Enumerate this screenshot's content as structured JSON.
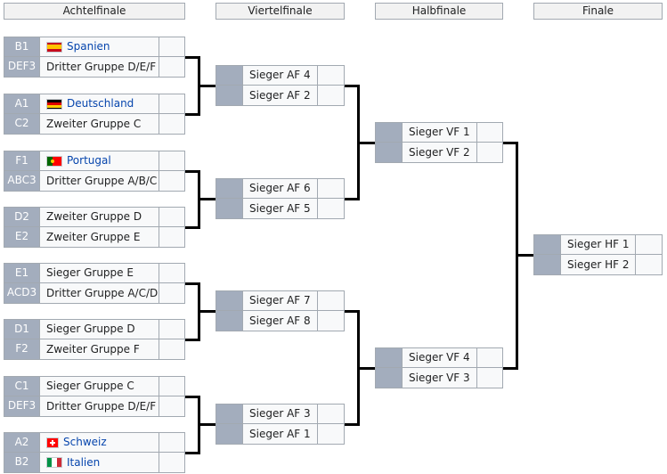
{
  "headers": {
    "round16": "Achtelfinale",
    "quarter": "Viertelfinale",
    "semi": "Halbfinale",
    "final": "Finale"
  },
  "round16": [
    {
      "seed": "B1",
      "team": "Spanien",
      "flag": "spain-flag",
      "link": true
    },
    {
      "seed": "DEF3",
      "team": "Dritter Gruppe D/E/F",
      "flag": null,
      "link": false
    },
    {
      "seed": "A1",
      "team": "Deutschland",
      "flag": "germany-flag",
      "link": true
    },
    {
      "seed": "C2",
      "team": "Zweiter Gruppe C",
      "flag": null,
      "link": false
    },
    {
      "seed": "F1",
      "team": "Portugal",
      "flag": "portugal-flag",
      "link": true
    },
    {
      "seed": "ABC3",
      "team": "Dritter Gruppe A/B/C",
      "flag": null,
      "link": false
    },
    {
      "seed": "D2",
      "team": "Zweiter Gruppe D",
      "flag": null,
      "link": false
    },
    {
      "seed": "E2",
      "team": "Zweiter Gruppe E",
      "flag": null,
      "link": false
    },
    {
      "seed": "E1",
      "team": "Sieger Gruppe E",
      "flag": null,
      "link": false
    },
    {
      "seed": "ACD3",
      "team": "Dritter Gruppe A/C/D",
      "flag": null,
      "link": false
    },
    {
      "seed": "D1",
      "team": "Sieger Gruppe D",
      "flag": null,
      "link": false
    },
    {
      "seed": "F2",
      "team": "Zweiter Gruppe F",
      "flag": null,
      "link": false
    },
    {
      "seed": "C1",
      "team": "Sieger Gruppe C",
      "flag": null,
      "link": false
    },
    {
      "seed": "DEF3",
      "team": "Dritter Gruppe D/E/F",
      "flag": null,
      "link": false
    },
    {
      "seed": "A2",
      "team": "Schweiz",
      "flag": "switzerland-flag",
      "link": true
    },
    {
      "seed": "B2",
      "team": "Italien",
      "flag": "italy-flag",
      "link": true
    }
  ],
  "quarter": [
    {
      "team": "Sieger AF 4"
    },
    {
      "team": "Sieger AF 2"
    },
    {
      "team": "Sieger AF 6"
    },
    {
      "team": "Sieger AF 5"
    },
    {
      "team": "Sieger AF 7"
    },
    {
      "team": "Sieger AF 8"
    },
    {
      "team": "Sieger AF 3"
    },
    {
      "team": "Sieger AF 1"
    }
  ],
  "semi": [
    {
      "team": "Sieger VF 1"
    },
    {
      "team": "Sieger VF 2"
    },
    {
      "team": "Sieger VF 4"
    },
    {
      "team": "Sieger VF 3"
    }
  ],
  "final": [
    {
      "team": "Sieger HF 1"
    },
    {
      "team": "Sieger HF 2"
    }
  ],
  "colors": {
    "seed_bg": "#a3adbd",
    "cell_bg": "#f8f9fa",
    "border": "#a2a9b1",
    "link": "#0645ad",
    "line": "#000000"
  }
}
